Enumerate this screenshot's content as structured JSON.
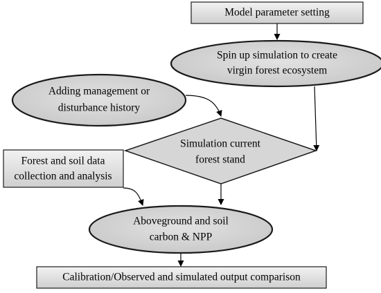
{
  "nodes": {
    "model_param": {
      "shape": "rect",
      "lines": [
        "Model parameter setting"
      ]
    },
    "spin_up": {
      "shape": "ellipse",
      "lines": [
        "Spin up simulation to create",
        "virgin forest ecosystem"
      ]
    },
    "management": {
      "shape": "ellipse",
      "lines": [
        "Adding management or",
        "disturbance history"
      ]
    },
    "simulation_current": {
      "shape": "diamond",
      "lines": [
        "Simulation current",
        "forest stand"
      ]
    },
    "forest_soil_data": {
      "shape": "rect",
      "lines": [
        "Forest and soil data",
        "collection and analysis"
      ]
    },
    "aboveground": {
      "shape": "ellipse",
      "lines": [
        "Aboveground and soil",
        "carbon & NPP"
      ]
    },
    "calibration": {
      "shape": "rect",
      "lines": [
        "Calibration/Observed and simulated output comparison"
      ]
    }
  },
  "edges": [
    {
      "from": "model_param",
      "to": "spin_up"
    },
    {
      "from": "spin_up",
      "to": "simulation_current"
    },
    {
      "from": "management",
      "to": "simulation_current"
    },
    {
      "from": "simulation_current",
      "to": "aboveground"
    },
    {
      "from": "forest_soil_data",
      "to": "aboveground"
    },
    {
      "from": "aboveground",
      "to": "calibration"
    }
  ],
  "colors": {
    "fill": "#d4d4d4",
    "fill_light": "#ececec",
    "stroke": "#1a1a1a",
    "arrow": "#000000",
    "background": "#ffffff"
  }
}
